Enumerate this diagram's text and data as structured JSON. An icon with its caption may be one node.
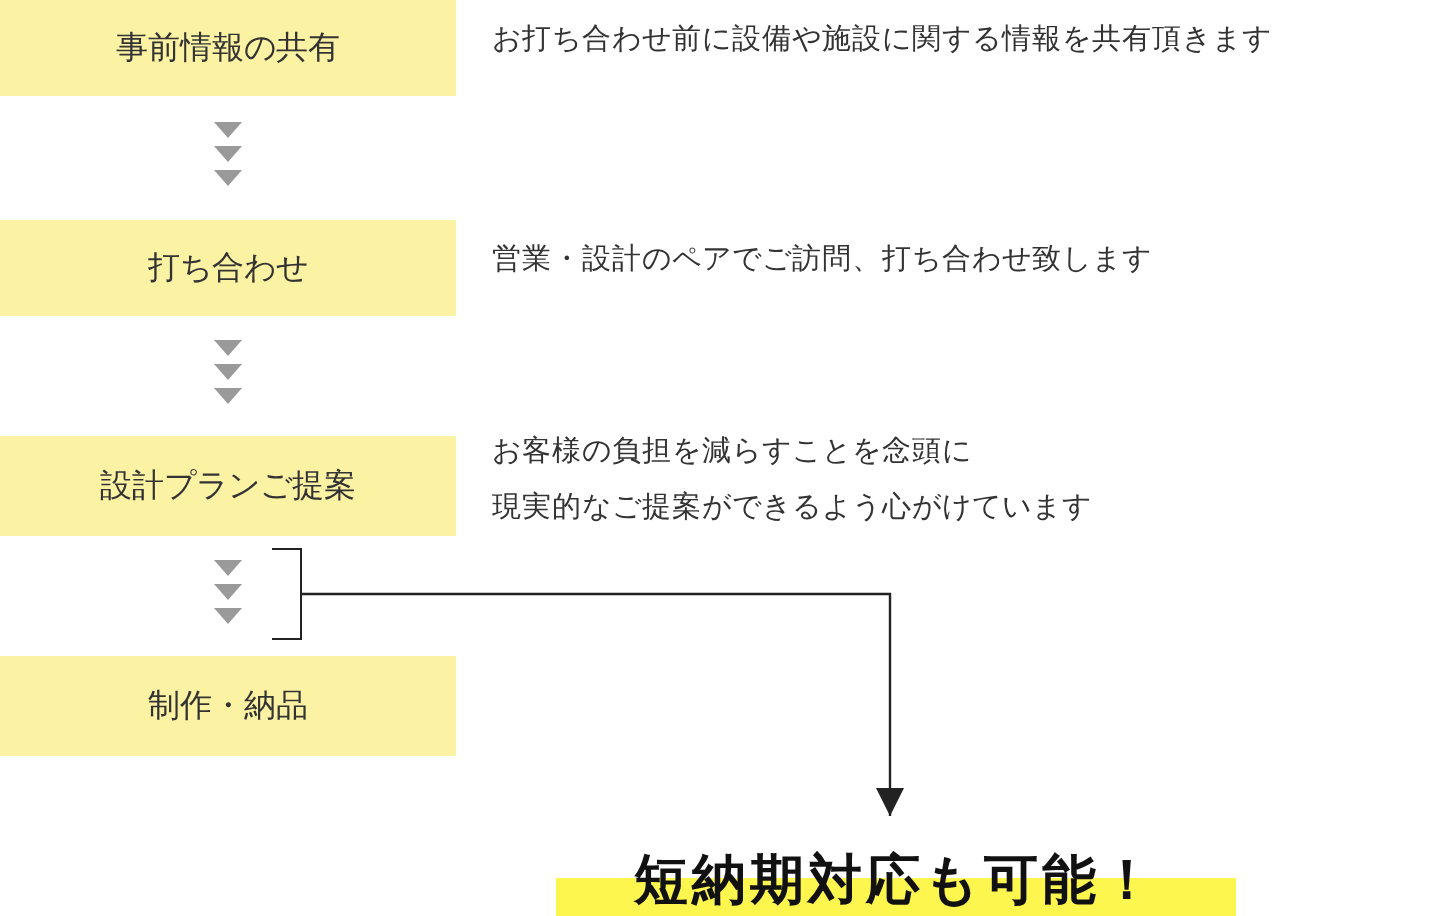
{
  "diagram": {
    "nodes": [
      {
        "text": [
          "事前情報の共有"
        ],
        "beside": [
          "お打ち合わせ前に設備や施設に関する情報を共有頂きます"
        ]
      },
      {
        "text": [
          "打ち合わせ"
        ],
        "beside": [
          "営業・設計のペアでご訪問、打ち合わせ致します"
        ]
      },
      {
        "text": [
          "設計プランご提案"
        ],
        "beside": [
          "お客様の負担を減らすことを念頭に",
          "現実的なご提案ができるよう心がけています"
        ]
      },
      {
        "text": [
          "制作・納品"
        ]
      },
      {
        "text": [
          "短納期対応も可能！"
        ]
      },
      {
        "text": [],
        "shape": "bracket"
      }
    ],
    "edges": [
      {
        "from": 0,
        "to": 1,
        "arrow": "to"
      },
      {
        "from": 1,
        "to": 2,
        "arrow": "to"
      },
      {
        "from": 2,
        "to": 3,
        "arrow": "to"
      },
      {
        "from": 5,
        "to": 4,
        "arrow": "to"
      }
    ]
  }
}
